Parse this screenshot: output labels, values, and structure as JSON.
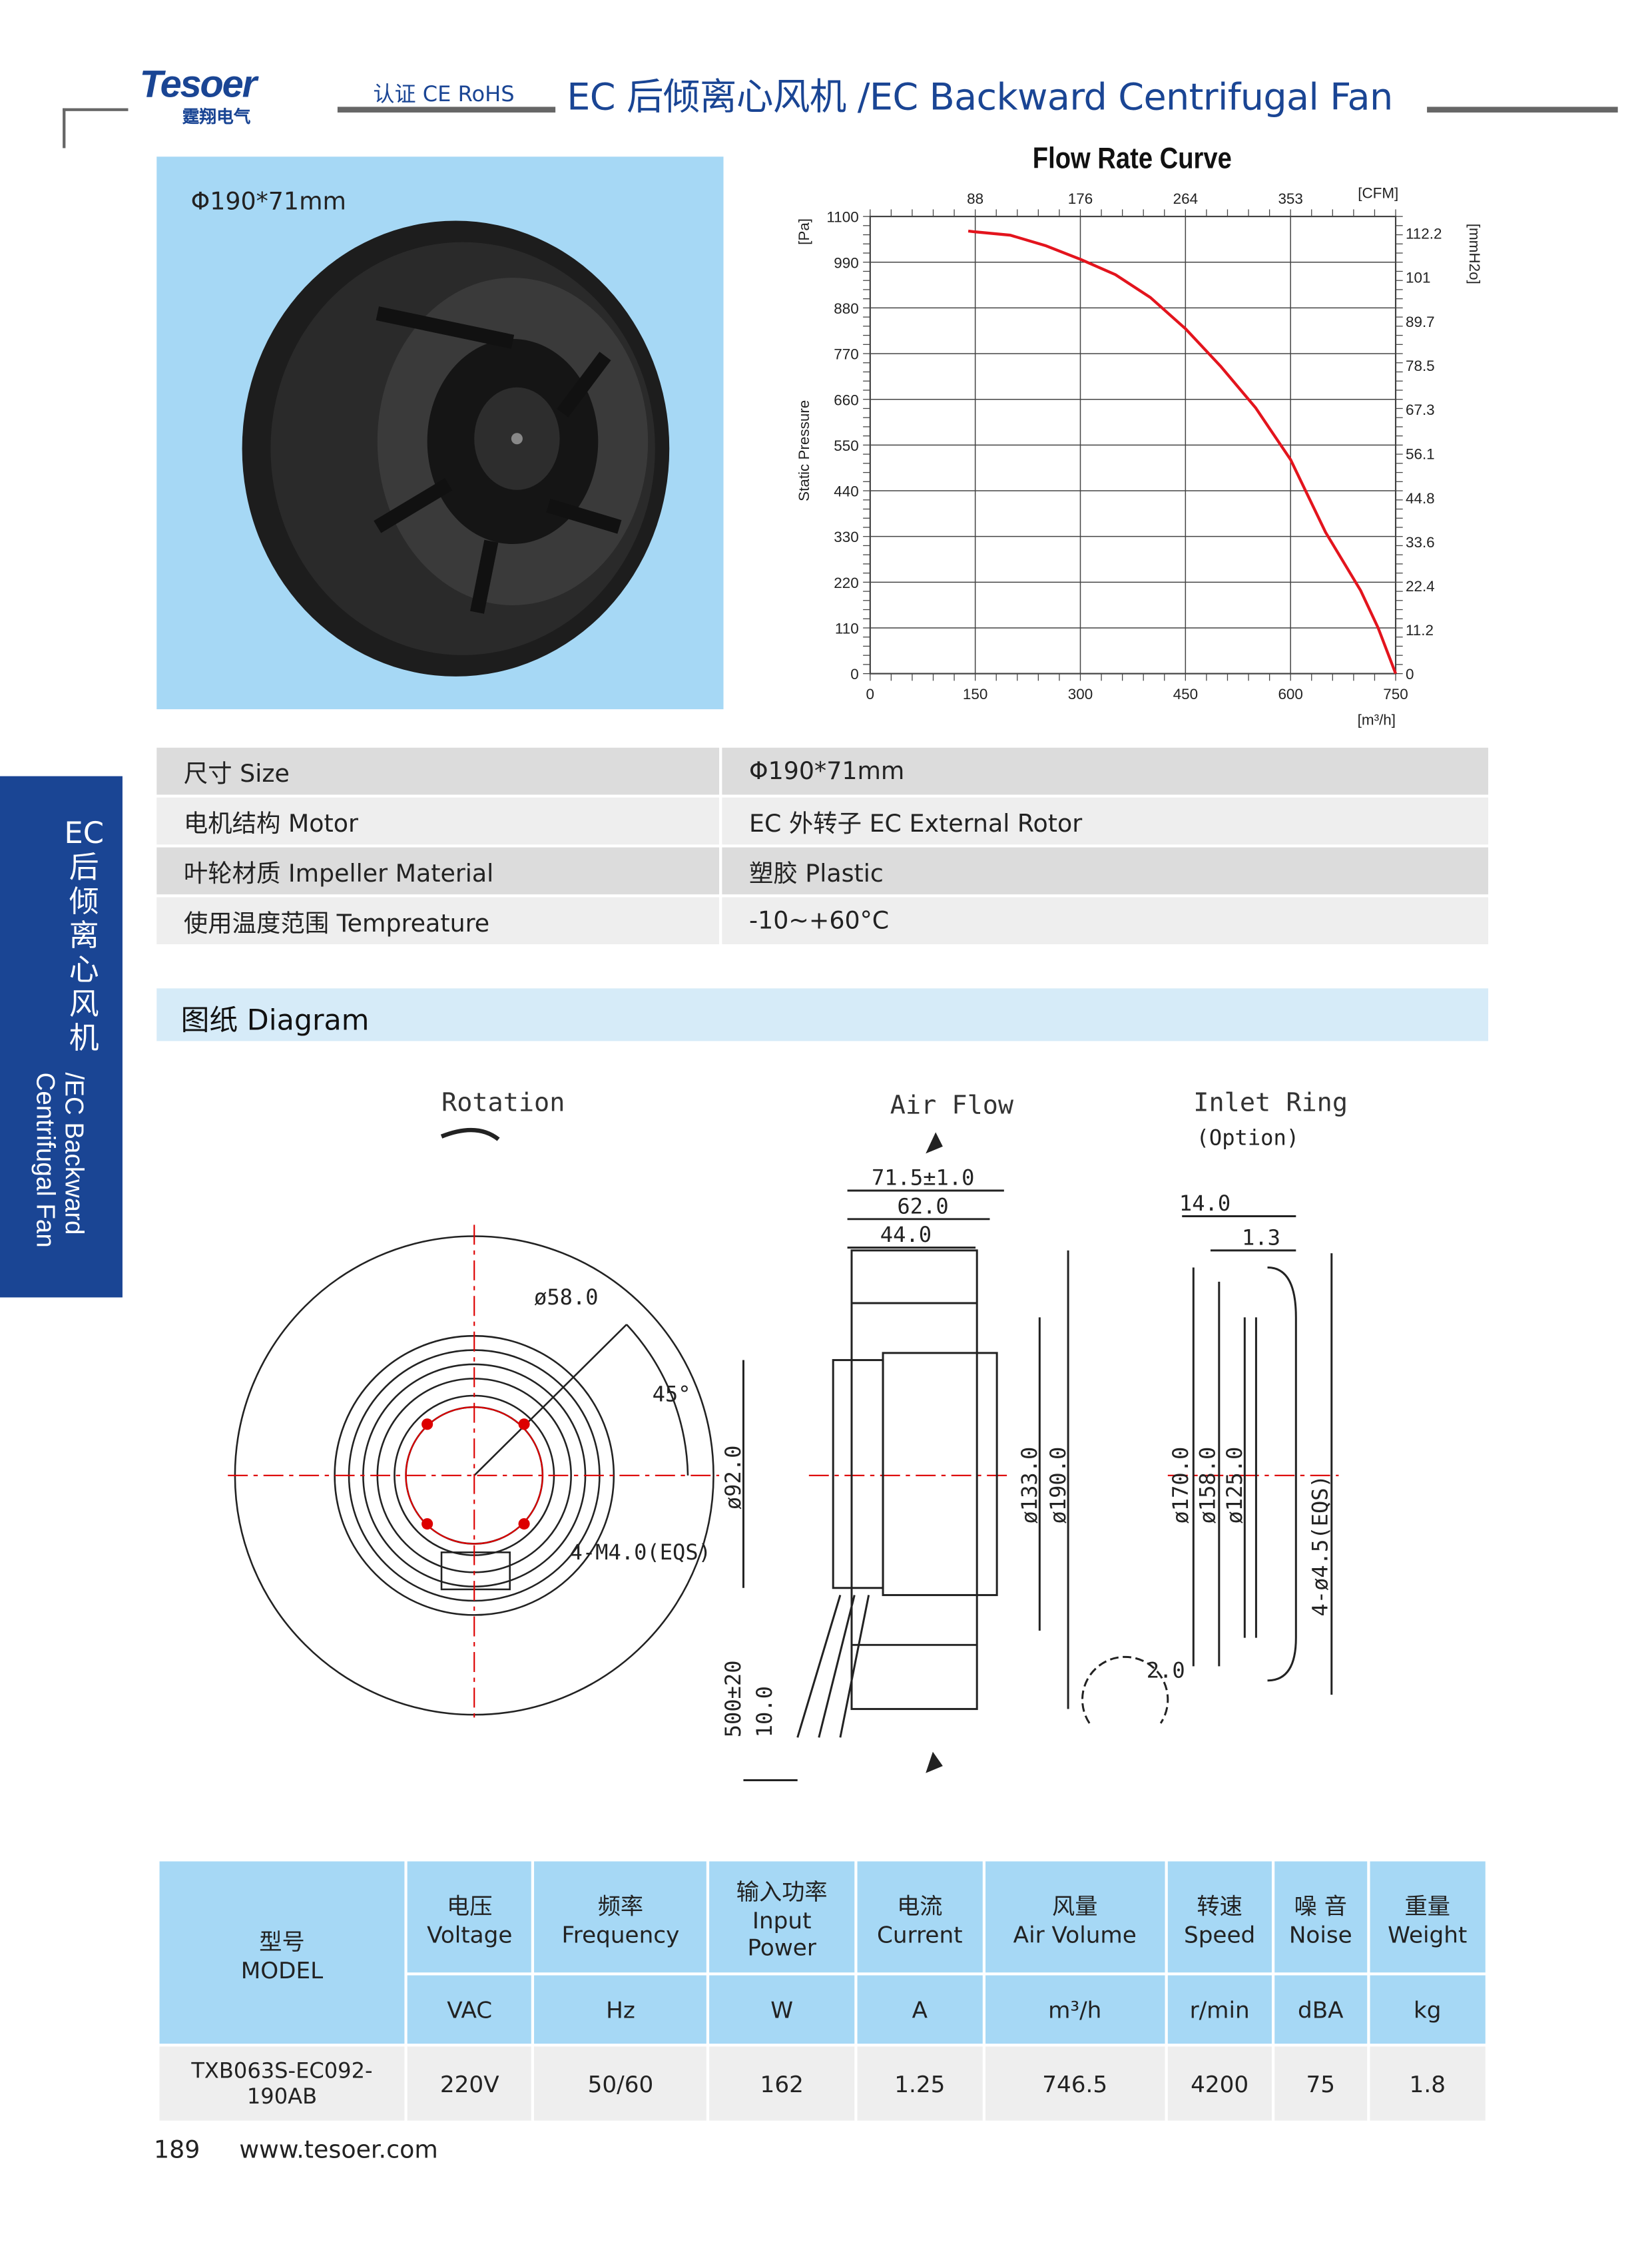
{
  "header": {
    "logo_text": "Tesoer",
    "logo_sub": "霆翔电气",
    "cert": "认证 CE RoHS",
    "title": "EC 后倾离心风机 /EC Backward Centrifugal Fan"
  },
  "photo": {
    "size_label": "Φ190*71mm"
  },
  "sidebar": {
    "top": "EC 后倾离心风机",
    "vertical": "/EC Backward Centrifugal Fan"
  },
  "specs": [
    {
      "key": "尺寸 Size",
      "value": "Φ190*71mm"
    },
    {
      "key": "电机结构 Motor",
      "value": "EC 外转子 EC External Rotor"
    },
    {
      "key": "叶轮材质 Impeller Material",
      "value": "塑胶  Plastic"
    },
    {
      "key": "使用温度范围 Tempreature",
      "value": "-10~+60°C"
    }
  ],
  "diagram": {
    "heading": "图纸 Diagram",
    "rotation": "Rotation",
    "air_flow": "Air Flow",
    "inlet_ring": "Inlet Ring",
    "option": "(Option)",
    "d58": "ø58.0",
    "a45": "45°",
    "m4": "4-M4.0(EQS)",
    "d92": "ø92.0",
    "w715": "71.5±1.0",
    "w62": "62.0",
    "w44": "44.0",
    "d133": "ø133.0",
    "d190": "ø190.0",
    "l500": "500±20",
    "l10": "10.0",
    "r14": "14.0",
    "r13": "1.3",
    "d170": "ø170.0",
    "d158": "ø158.0",
    "d125": "ø125.0",
    "h45": "4-ø4.5(EQS)",
    "r20": "2.0"
  },
  "product_table": {
    "model_header": "型号",
    "model_header_en": "MODEL",
    "columns": [
      {
        "cn": "电压",
        "en": "Voltage",
        "unit": "VAC",
        "value": "220V"
      },
      {
        "cn": "频率",
        "en": "Frequency",
        "unit": "Hz",
        "value": "50/60"
      },
      {
        "cn": "输入功率",
        "en": "Input Power",
        "unit": "W",
        "value": "162"
      },
      {
        "cn": "电流",
        "en": "Current",
        "unit": "A",
        "value": "1.25"
      },
      {
        "cn": "风量",
        "en": "Air Volume",
        "unit": "m³/h",
        "value": "746.5"
      },
      {
        "cn": "转速",
        "en": "Speed",
        "unit": "r/min",
        "value": "4200"
      },
      {
        "cn": "噪 音",
        "en": "Noise",
        "unit": "dBA",
        "value": "75"
      },
      {
        "cn": "重量",
        "en": "Weight",
        "unit": "kg",
        "value": "1.8"
      }
    ],
    "model": "TXB063S-EC092-190AB"
  },
  "footer": {
    "page": "189",
    "url": "www.tesoer.com"
  },
  "chart_data": {
    "type": "line",
    "title": "Flow Rate Curve",
    "xlabel": "[m³/h]",
    "ylabel": "Static Pressure",
    "ylabel_unit": "[Pa]",
    "x2label": "[CFM]",
    "y2label": "[mmH2o]",
    "xlim": [
      0,
      750
    ],
    "ylim": [
      0,
      1100
    ],
    "xticks": [
      0,
      150,
      300,
      450,
      600,
      750
    ],
    "yticks": [
      0,
      110,
      220,
      330,
      440,
      550,
      660,
      770,
      880,
      990,
      1100
    ],
    "x2ticks": [
      {
        "at": 150,
        "label": "88"
      },
      {
        "at": 300,
        "label": "176"
      },
      {
        "at": 450,
        "label": "264"
      },
      {
        "at": 600,
        "label": "353"
      }
    ],
    "y2ticks": [
      "0",
      "11.2",
      "22.4",
      "33.6",
      "44.8",
      "56.1",
      "67.3",
      "78.5",
      "89.7",
      "101",
      "112.2"
    ],
    "grid": true,
    "series": [
      {
        "name": "Static Pressure",
        "color": "#e3141d",
        "x": [
          140,
          150,
          200,
          250,
          300,
          350,
          400,
          450,
          500,
          550,
          600,
          650,
          700,
          725,
          750
        ],
        "y": [
          1065,
          1063,
          1055,
          1030,
          997,
          960,
          905,
          830,
          740,
          640,
          515,
          340,
          200,
          110,
          0
        ]
      }
    ]
  }
}
